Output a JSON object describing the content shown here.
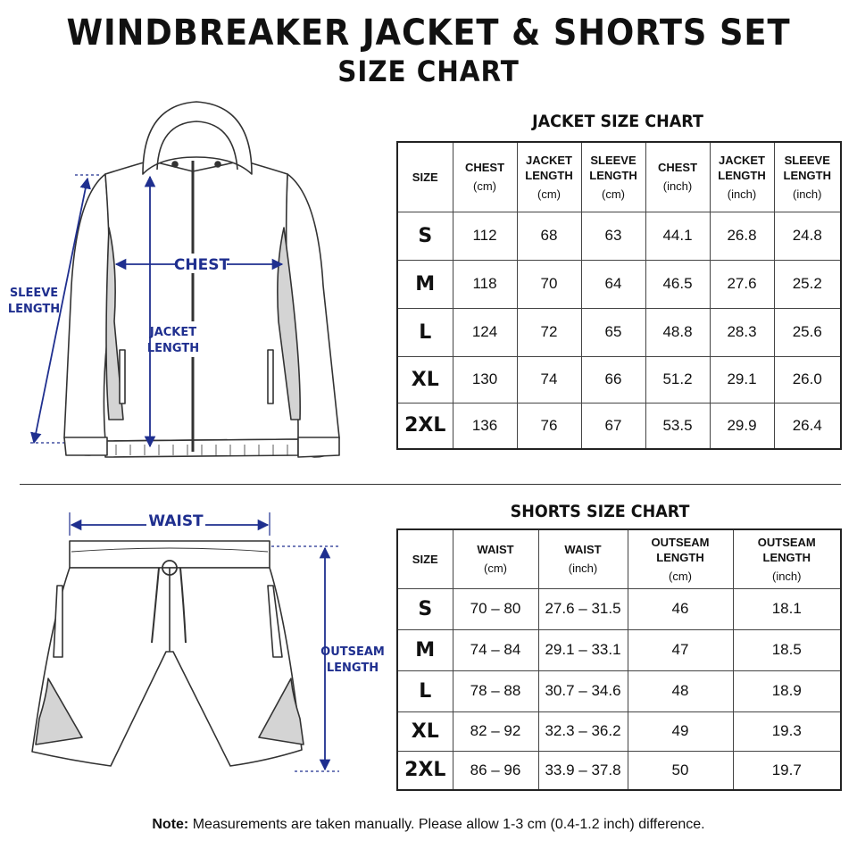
{
  "title": "WINDBREAKER JACKET & SHORTS SET",
  "subtitle": "SIZE CHART",
  "jacket": {
    "table_title": "JACKET SIZE CHART",
    "size_header": "SIZE",
    "columns": [
      {
        "name": "CHEST",
        "unit": "(cm)"
      },
      {
        "name": "JACKET LENGTH",
        "unit": "(cm)"
      },
      {
        "name": "SLEEVE LENGTH",
        "unit": "(cm)"
      },
      {
        "name": "CHEST",
        "unit": "(inch)"
      },
      {
        "name": "JACKET LENGTH",
        "unit": "(inch)"
      },
      {
        "name": "SLEEVE LENGTH",
        "unit": "(inch)"
      }
    ],
    "rows": [
      {
        "size": "S",
        "values": [
          "112",
          "68",
          "63",
          "44.1",
          "26.8",
          "24.8"
        ]
      },
      {
        "size": "M",
        "values": [
          "118",
          "70",
          "64",
          "46.5",
          "27.6",
          "25.2"
        ]
      },
      {
        "size": "L",
        "values": [
          "124",
          "72",
          "65",
          "48.8",
          "28.3",
          "25.6"
        ]
      },
      {
        "size": "XL",
        "values": [
          "130",
          "74",
          "66",
          "51.2",
          "29.1",
          "26.0"
        ]
      },
      {
        "size": "2XL",
        "values": [
          "136",
          "76",
          "67",
          "53.5",
          "29.9",
          "26.4"
        ]
      }
    ],
    "labels": {
      "chest": "CHEST",
      "sleeve_1": "SLEEVE",
      "sleeve_2": "LENGTH",
      "length_1": "JACKET",
      "length_2": "LENGTH"
    }
  },
  "shorts": {
    "table_title": "SHORTS SIZE CHART",
    "size_header": "SIZE",
    "columns": [
      {
        "name": "WAIST",
        "unit": "(cm)"
      },
      {
        "name": "WAIST",
        "unit": "(inch)"
      },
      {
        "name": "OUTSEAM LENGTH",
        "unit": "(cm)"
      },
      {
        "name": "OUTSEAM LENGTH",
        "unit": "(inch)"
      }
    ],
    "rows": [
      {
        "size": "S",
        "values": [
          "70 – 80",
          "27.6 – 31.5",
          "46",
          "18.1"
        ]
      },
      {
        "size": "M",
        "values": [
          "74 – 84",
          "29.1 – 33.1",
          "47",
          "18.5"
        ]
      },
      {
        "size": "L",
        "values": [
          "78 – 88",
          "30.7 – 34.6",
          "48",
          "18.9"
        ]
      },
      {
        "size": "XL",
        "values": [
          "82 – 92",
          "32.3 – 36.2",
          "49",
          "19.3"
        ]
      },
      {
        "size": "2XL",
        "values": [
          "86 – 96",
          "33.9 – 37.8",
          "50",
          "19.7"
        ]
      }
    ],
    "labels": {
      "waist": "WAIST",
      "outseam_1": "OUTSEAM",
      "outseam_2": "LENGTH"
    }
  },
  "note": {
    "label": "Note:",
    "text": " Measurements are taken manually. Please allow 1-3 cm (0.4-1.2 inch) difference."
  },
  "colors": {
    "measure_line": "#1f2f8f",
    "panel_gray": "#d4d4d4"
  }
}
